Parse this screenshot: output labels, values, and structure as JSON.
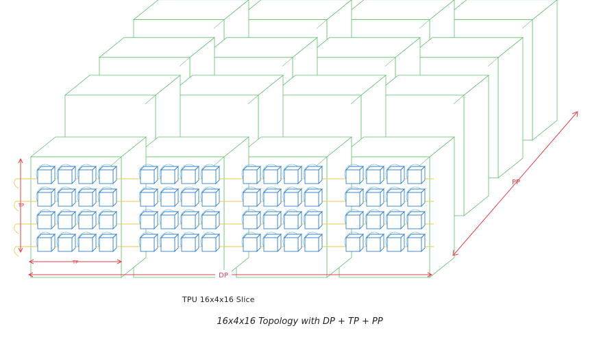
{
  "diagram": {
    "caption": "16x4x16 Topology with DP + TP + PP",
    "slice_label": "TPU 16x4x16 Slice",
    "axis_labels": {
      "dp": "DP",
      "tp_horizontal": "TP",
      "tp_vertical": "TP",
      "pp": "PP"
    },
    "grid": {
      "front_cubes": 4,
      "depth_rows": 4,
      "chips_per_face_rows": 4,
      "chips_per_face_cols": 4
    },
    "colors": {
      "cube_outline": "#5fbf6a",
      "chip": "#2f7fc8",
      "ring": "#7fc3e8",
      "link": "#e8c84a",
      "axis": "#e0404a",
      "text": "#222222"
    }
  }
}
